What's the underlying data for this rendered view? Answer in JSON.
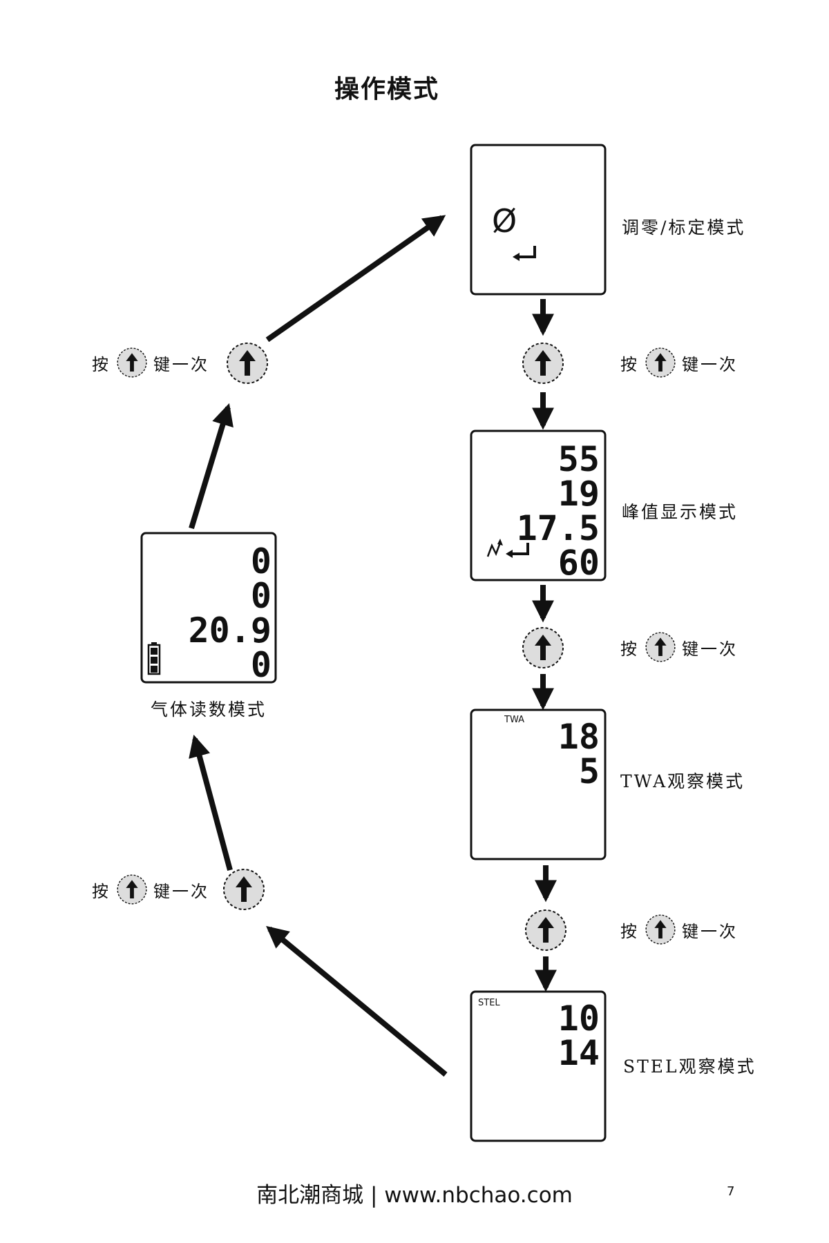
{
  "page": {
    "title": "操作模式",
    "footer": "南北潮商城 | www.nbchao.com",
    "page_number": "7"
  },
  "press_button": {
    "prefix": "按",
    "suffix": "键一次",
    "icon": "up-arrow-button-icon"
  },
  "modes": {
    "zero_calibration": {
      "label": "调零/标定模式",
      "symbol": "Ø",
      "icons": [
        "enter-arrow-icon"
      ]
    },
    "peak": {
      "label": "峰值显示模式",
      "readings": [
        "55",
        "19",
        "17.5",
        "60"
      ],
      "icons": [
        "peak-icon",
        "enter-arrow-icon"
      ]
    },
    "twa": {
      "label": "TWA观察模式",
      "tag": "TWA",
      "readings": [
        "18",
        "5"
      ]
    },
    "stel": {
      "label": "STEL观察模式",
      "tag": "STEL",
      "readings": [
        "10",
        "14"
      ]
    },
    "gas_reading": {
      "label": "气体读数模式",
      "readings": [
        "0",
        "0",
        "20.9",
        "0"
      ],
      "icons": [
        "battery-icon"
      ]
    }
  },
  "colors": {
    "ink": "#111111",
    "button_fill": "#dddddd",
    "background": "#ffffff"
  }
}
